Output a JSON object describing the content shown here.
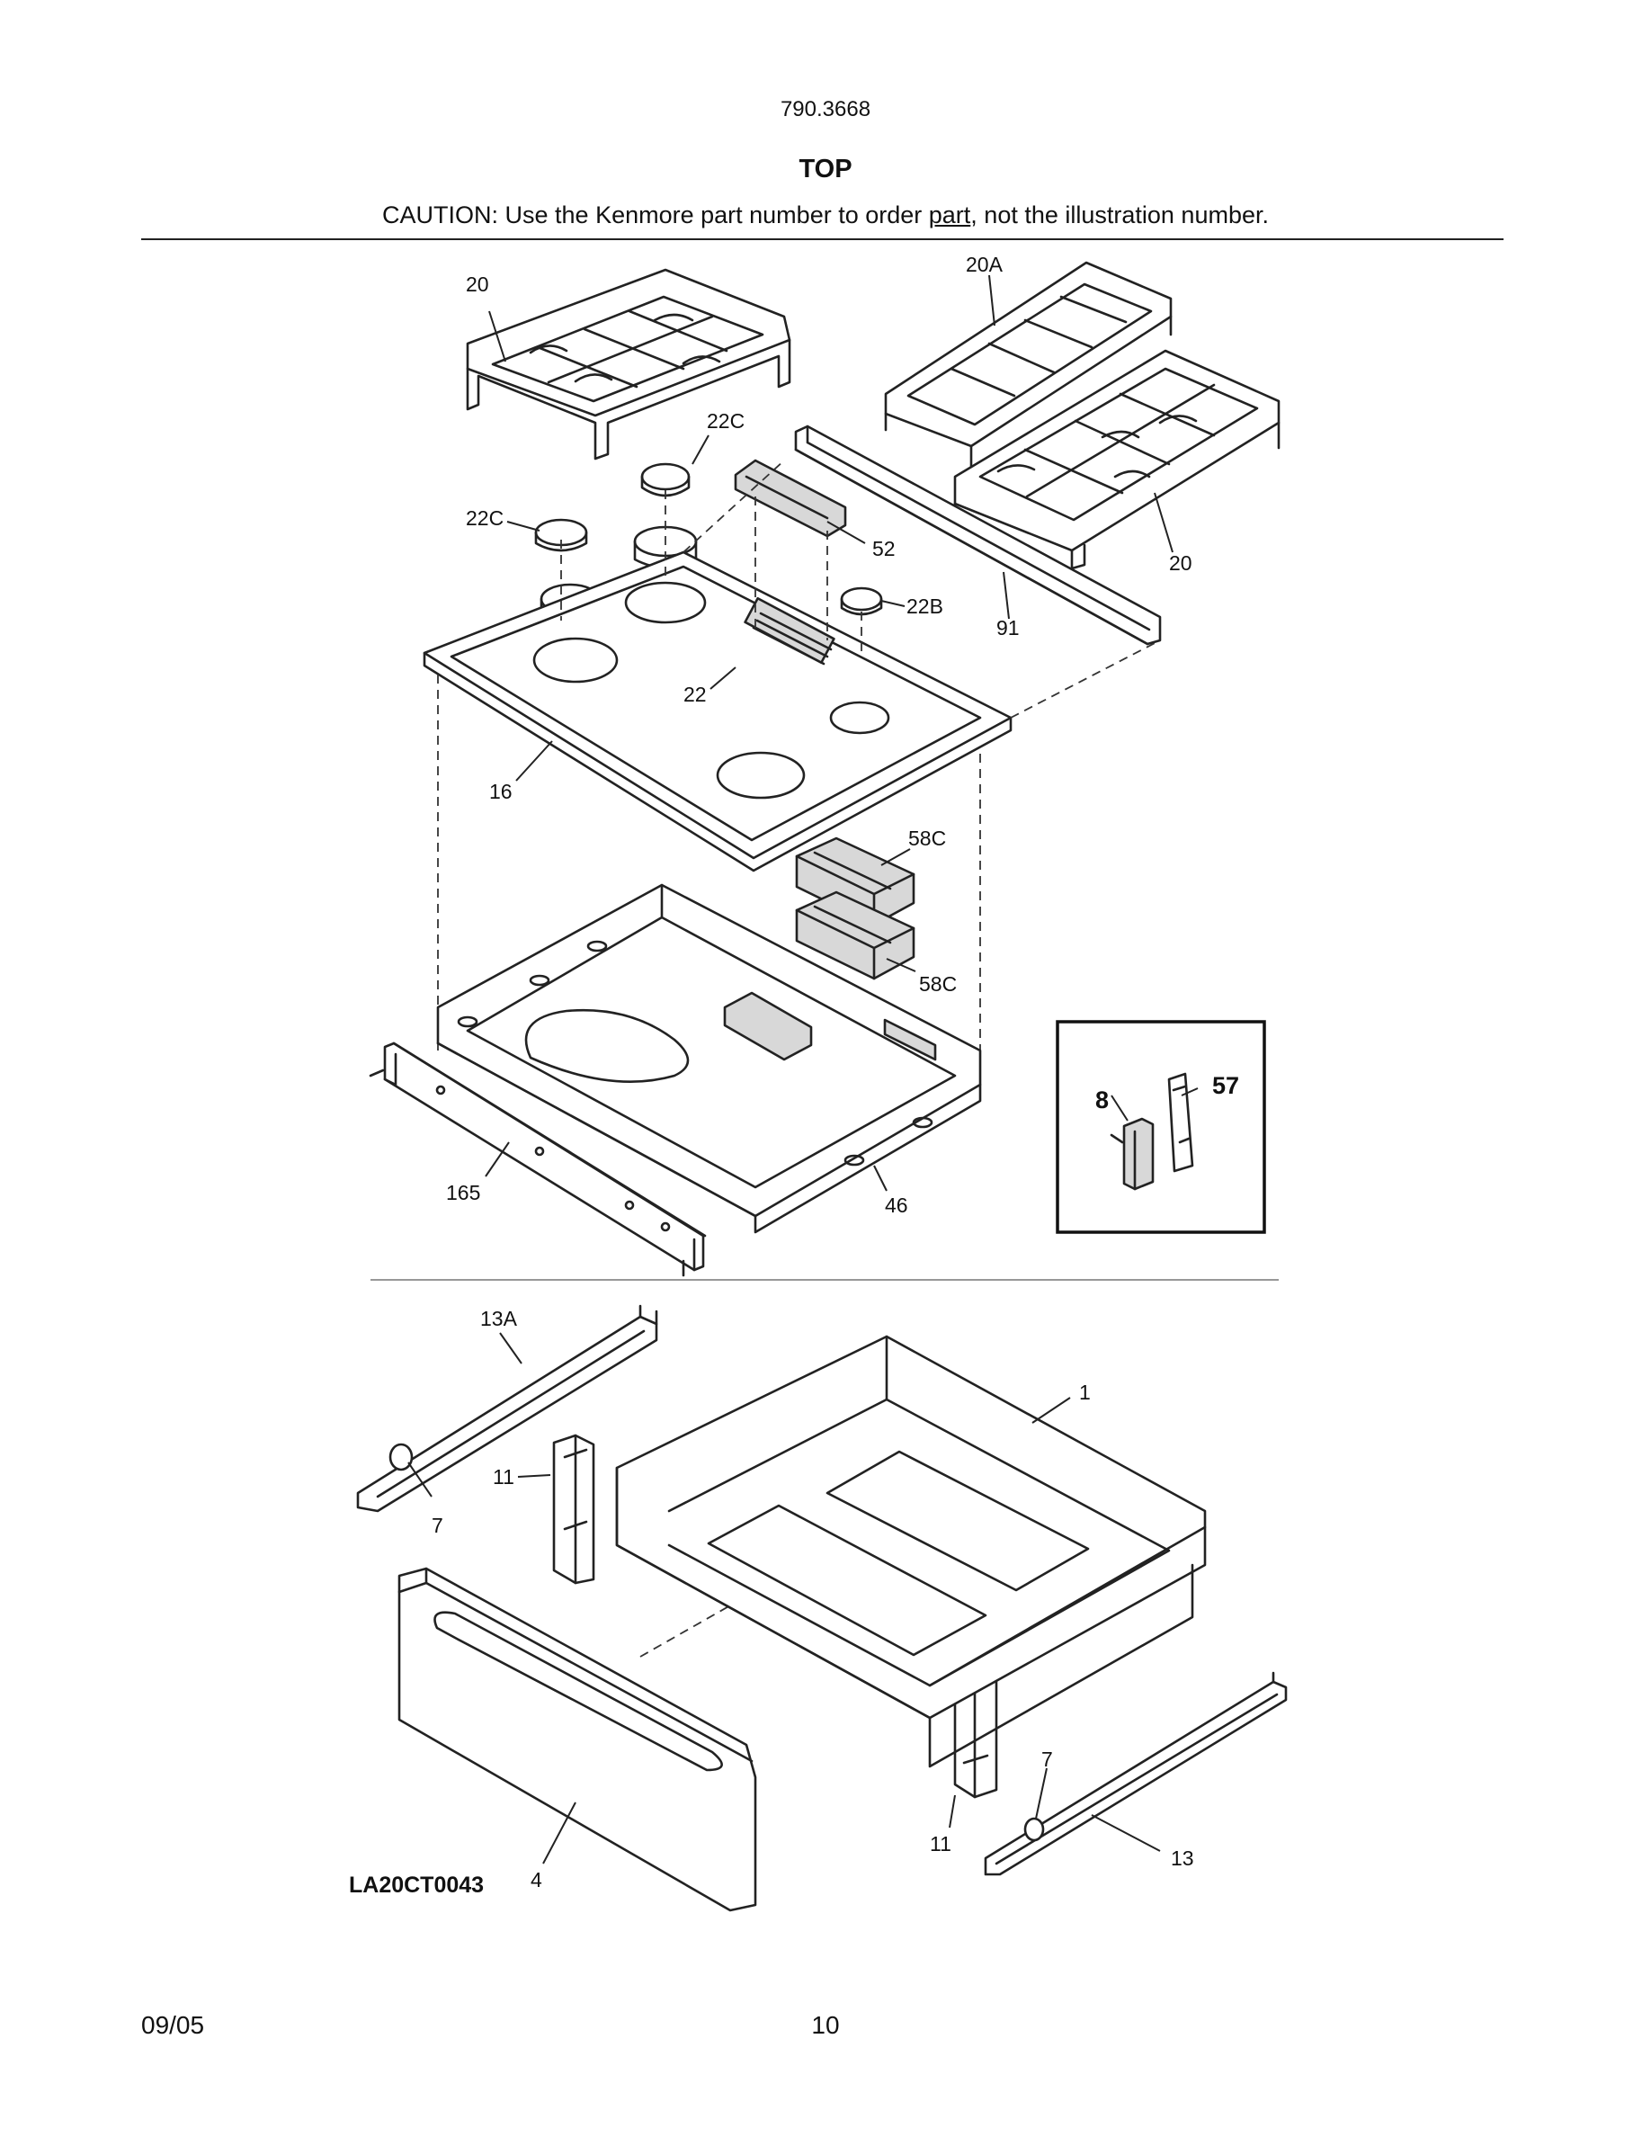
{
  "header": {
    "model_number": "790.3668",
    "section_title": "TOP",
    "caution_prefix": "CAUTION: Use the Kenmore part number to order ",
    "caution_underlined": "part",
    "caution_suffix": ", not the illustration number."
  },
  "callouts": {
    "grate_left": "20",
    "grate_center": "20A",
    "grate_right": "20",
    "cap_small_left": "22C",
    "cap_small_rear": "22C",
    "griddle_cover": "52",
    "cap_rear_right": "22B",
    "trim_strip": "91",
    "cap_large": "22",
    "cooktop": "16",
    "insulation_upper": "58C",
    "insulation_lower": "58C",
    "cooktop_frame": "46",
    "control_bracket": "165",
    "inset_part_a": "8",
    "inset_part_b": "57",
    "slide_left": "13A",
    "roller_left": "7",
    "bracket_left": "11",
    "drawer_body": "1",
    "drawer_front": "4",
    "bracket_right": "11",
    "roller_right": "7",
    "slide_right": "13"
  },
  "footer": {
    "diagram_id": "LA20CT0043",
    "date": "09/05",
    "page_number": "10"
  }
}
